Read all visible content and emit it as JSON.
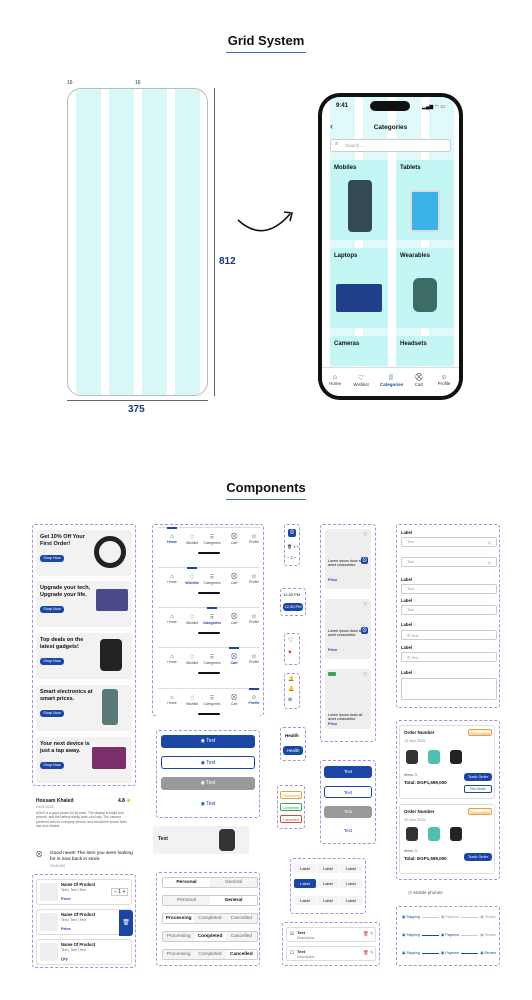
{
  "sections": {
    "grid_title": "Grid System",
    "components_title": "Components"
  },
  "grid": {
    "margin_label": "16",
    "gutter_label": "16",
    "height_label": "812",
    "width_label": "375"
  },
  "phone": {
    "time": "9:41",
    "header_title": "Categories",
    "search_placeholder": "Search...",
    "categories": [
      "Mobiles",
      "Tablets",
      "Laptops",
      "Wearables",
      "Cameras",
      "Headsets"
    ],
    "tabs": [
      "Home",
      "Wishlist",
      "Categories",
      "Cart",
      "Profile"
    ]
  },
  "banners": [
    {
      "title": "Get 10% Off Your First Order!",
      "button": "Shop Now"
    },
    {
      "title": "Upgrade your tech, Upgrade your life.",
      "button": "Shop Now"
    },
    {
      "title": "Top deals on the latest gadgets!",
      "button": "Shop Now"
    },
    {
      "title": "Smart electronics at smart prices.",
      "button": "Shop Now"
    },
    {
      "title": "Your next device is just a tap away.",
      "button": "Shop Now"
    }
  ],
  "review": {
    "name": "Hossam Khaled",
    "date": "2h/21/2025",
    "rating": "4.8",
    "text": "ASKS is a good phone for its price. The display is bright and smooth, and the battery easily lasts a full day. The camera performs well for everyday photos, and overall the phone feels fast and reliable."
  },
  "notification": {
    "text": "Good news! The item you were looking for is now back in stock",
    "time": "09:45 AM"
  },
  "navbars": [
    {
      "tabs": [
        "Home",
        "Wishlist",
        "Categories",
        "Cart",
        "Profile"
      ],
      "active": 0
    },
    {
      "tabs": [
        "Home",
        "Wishlist",
        "Categories",
        "Cart",
        "Profile"
      ],
      "active": 1
    },
    {
      "tabs": [
        "Home",
        "Wishlist",
        "Categories",
        "Cart",
        "Profile"
      ],
      "active": 2
    },
    {
      "tabs": [
        "Home",
        "Wishlist",
        "Categories",
        "Cart",
        "Profile"
      ],
      "active": 3
    },
    {
      "tabs": [
        "Home",
        "Wishlist",
        "Categories",
        "Cart",
        "Profile"
      ],
      "active": 4
    }
  ],
  "buttons": [
    "Text",
    "Text",
    "Text",
    "Text"
  ],
  "product_chip": {
    "text": "Text"
  },
  "segments": [
    {
      "items": [
        "Personal",
        "General"
      ],
      "active": 0
    },
    {
      "items": [
        "Personal",
        "General"
      ],
      "active": 1
    },
    {
      "items": [
        "Processing",
        "Completed",
        "Cancelled"
      ],
      "active": 0
    },
    {
      "items": [
        "Processing",
        "Completed",
        "Cancelled"
      ],
      "active": 1
    },
    {
      "items": [
        "Processing",
        "Completed",
        "Cancelled"
      ],
      "active": 2
    }
  ],
  "list_products": [
    {
      "name": "Name Of Product",
      "price": "Price",
      "tags": [
        "Text",
        "Text",
        "Text"
      ]
    },
    {
      "name": "Name Of Product",
      "price": "Price",
      "tags": [
        "Text",
        "Text",
        "Text"
      ]
    },
    {
      "name": "Name Of Product",
      "price": "Qty",
      "tags": [
        "Text",
        "Text",
        "Text"
      ]
    }
  ],
  "times": [
    "12:30 PM",
    "12:30 PM"
  ],
  "health": [
    "Health",
    "Health"
  ],
  "statuses": [
    "Processing",
    "Completed",
    "Cancelled"
  ],
  "product_cards": [
    {
      "title": "Lorem ipsum dolor sit amet consectetur",
      "price": "Price"
    },
    {
      "title": "Lorem ipsum dolor sit amet consectetur",
      "price": "Price"
    },
    {
      "title": "Lorem ipsum dolor sit amet consectetur",
      "price": "Price"
    }
  ],
  "small_buttons": [
    "Text",
    "Text",
    "Text",
    "Text"
  ],
  "table_labels": [
    "Label",
    "Label",
    "Label",
    "Label",
    "Label",
    "Label",
    "Label",
    "Label",
    "Label"
  ],
  "checklist": [
    {
      "title": "Text",
      "desc": "Description"
    },
    {
      "title": "Text",
      "desc": "Description"
    }
  ],
  "form": {
    "label": "Label",
    "fields": [
      "Text",
      "Text",
      "Text",
      "Text",
      "Text",
      "Text"
    ]
  },
  "orders": [
    {
      "number": "Order Number",
      "status": "Processing",
      "date": "12 Nov 2025",
      "items": "Items: 3",
      "total": "Total: EGP1,599,000",
      "btn1": "Track Order",
      "btn2": "Re-Order"
    },
    {
      "number": "Order Number",
      "status": "Processing",
      "date": "12 Nov 2025",
      "items": "Items: 3",
      "total": "Total: EGP1,599,000",
      "btn1": "Track Order"
    }
  ],
  "breadcrumb": {
    "text": "Mobile phones"
  },
  "checkout_steps": [
    "Shipping",
    "Payment",
    "Review"
  ],
  "colors": {
    "primary": "#1c46a6",
    "grid_col": "#d8f8f8",
    "accent_line": "#3b6fd8",
    "dashed": "#a68ee0",
    "processing": "#e8a23a",
    "completed": "#3aa55a",
    "cancelled": "#d14a3a"
  }
}
